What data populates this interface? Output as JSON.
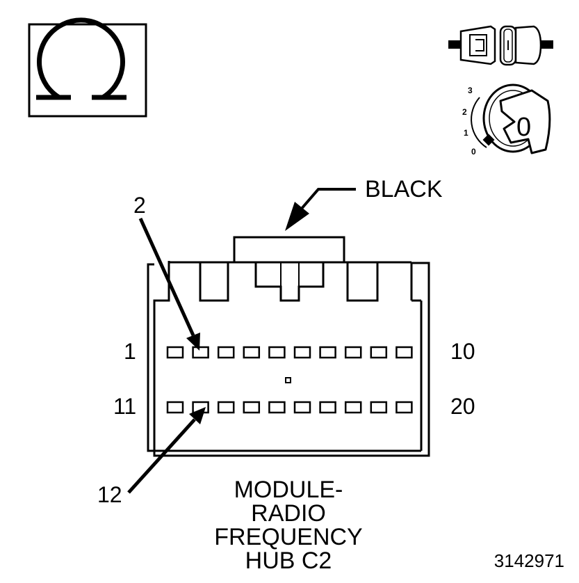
{
  "diagram": {
    "color_label": "BLACK",
    "pin_callouts": {
      "top": "2",
      "bottom": "12"
    },
    "row_labels": {
      "top_left": "1",
      "top_right": "10",
      "bottom_left": "11",
      "bottom_right": "20"
    },
    "title_lines": [
      "MODULE-",
      "RADIO",
      "FREQUENCY",
      "HUB C2"
    ],
    "figure_number": "3142971",
    "ignition_positions": [
      "3",
      "2",
      "1",
      "0"
    ],
    "ignition_key_position": "0",
    "symbols": [
      "ohmmeter-icon",
      "connector-disconnected-icon",
      "ignition-key-icon"
    ]
  }
}
